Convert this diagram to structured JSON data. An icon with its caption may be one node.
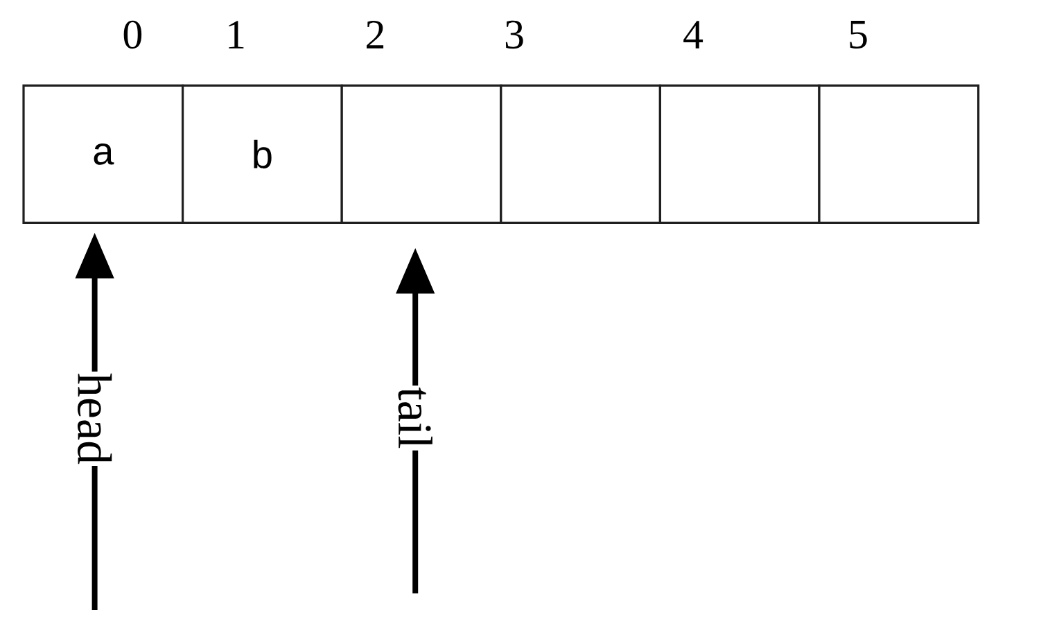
{
  "diagram": {
    "nodes": [
      {
        "text": [
          "a"
        ],
        "beside": [
          "0"
        ]
      },
      {
        "text": [
          "b"
        ],
        "beside": [
          "1"
        ]
      },
      {
        "text": [],
        "shape": "box",
        "beside": [
          "2"
        ]
      },
      {
        "text": [],
        "shape": "box",
        "beside": [
          "3"
        ]
      },
      {
        "text": [],
        "shape": "box",
        "beside": [
          "4"
        ]
      },
      {
        "text": [],
        "shape": "box",
        "beside": [
          "5"
        ]
      }
    ],
    "edges": [
      {
        "from": null,
        "to": 0,
        "arrow": "to",
        "label": "head"
      },
      {
        "from": null,
        "to": 2,
        "arrow": "to",
        "label": "tail"
      }
    ]
  }
}
